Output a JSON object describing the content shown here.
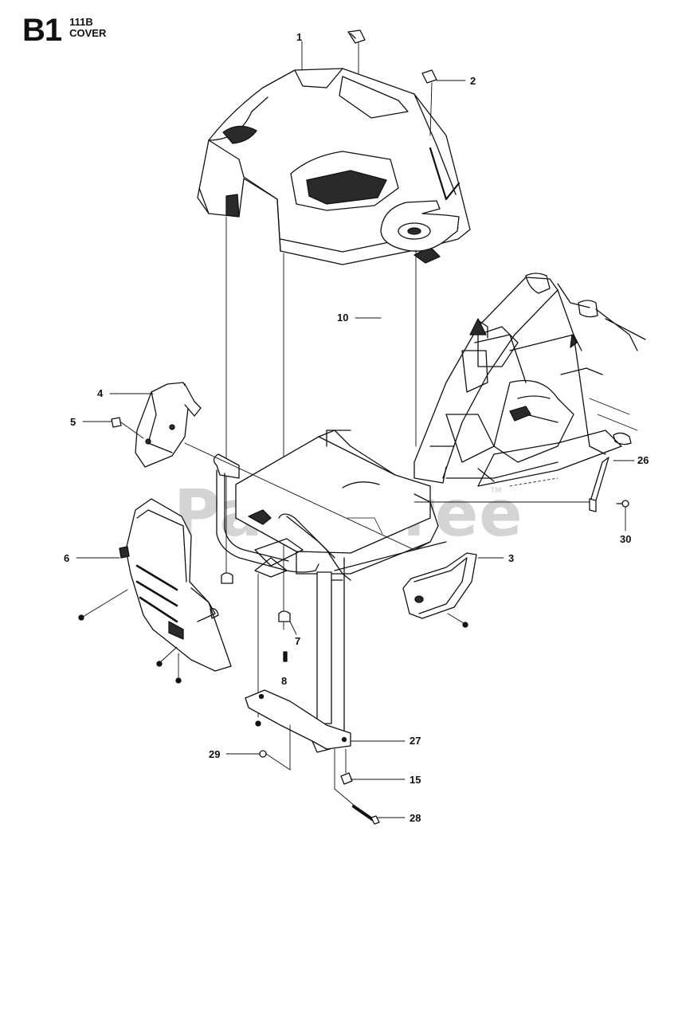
{
  "header": {
    "section_code": "B1",
    "model": "111B",
    "title": "COVER"
  },
  "watermark": {
    "text": "PartsTree",
    "tm": "TM"
  },
  "callouts": [
    "1",
    "2",
    "3",
    "4",
    "5",
    "6",
    "7",
    "8",
    "10",
    "15",
    "26",
    "27",
    "28",
    "29",
    "30"
  ],
  "colors": {
    "line": "#111111",
    "watermark": "#d4d4d4",
    "fill": "#ffffff",
    "dark_fill": "#2a2a2a"
  }
}
